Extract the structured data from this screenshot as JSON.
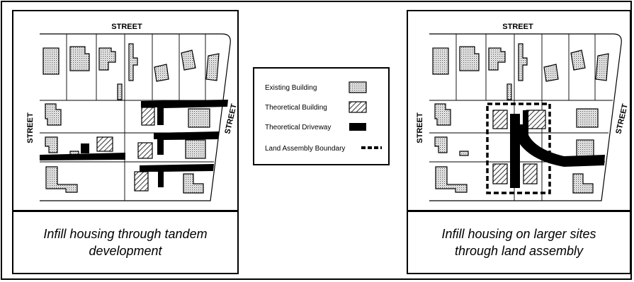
{
  "left_panel": {
    "street_top": "STREET",
    "street_left": "STREET",
    "street_right": "STREET",
    "caption_line1": "Infill housing through tandem",
    "caption_line2": "development"
  },
  "right_panel": {
    "street_top": "STREET",
    "street_left": "STREET",
    "street_right": "STREET",
    "caption_line1": "Infill housing on larger sites",
    "caption_line2": "through land assembly"
  },
  "legend": {
    "existing_building": "Existing Building",
    "theoretical_building": "Theoretical Building",
    "theoretical_driveway": "Theoretical Driveway",
    "land_assembly_boundary": "Land Assembly Boundary"
  }
}
